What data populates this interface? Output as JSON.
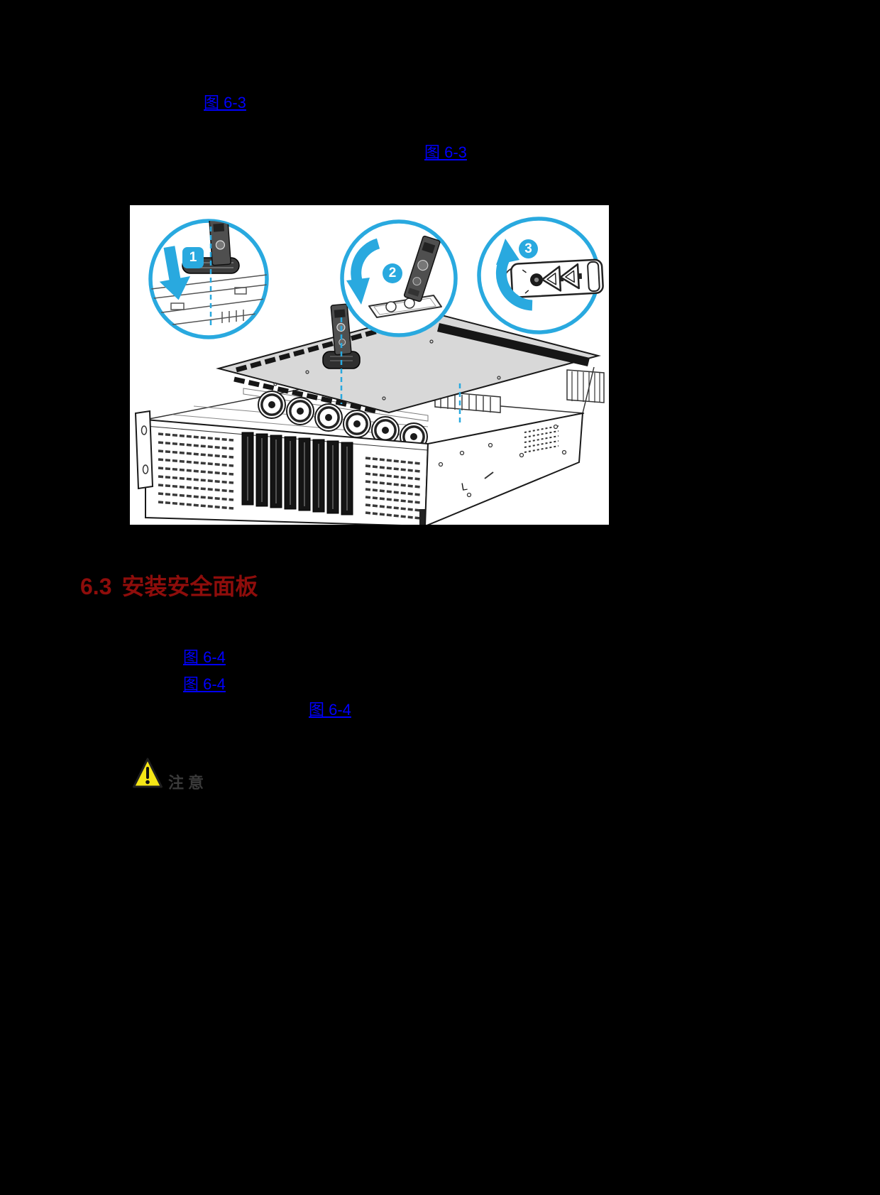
{
  "page": {
    "background": "#000000"
  },
  "links": {
    "color": "#0000FF",
    "fig63_a": {
      "label": "图 6-3"
    },
    "fig63_b": {
      "label": "图 6-3"
    },
    "fig64_a": {
      "label": "图 6-4"
    },
    "fig64_b": {
      "label": "图 6-4"
    },
    "fig64_c": {
      "label": "图 6-4"
    }
  },
  "heading": {
    "number": "6.3",
    "title": "安装安全面板",
    "color": "#8E0D0B"
  },
  "figure": {
    "description": "server access panel removal illustration with three callout steps",
    "accent_color": "#29A9DF",
    "cover_color": "#D8D8D8",
    "steps": [
      {
        "number": "1"
      },
      {
        "number": "2"
      },
      {
        "number": "3"
      }
    ]
  },
  "notice": {
    "label": "注意",
    "icon": "warning-triangle-icon",
    "icon_color": "#F5E616"
  }
}
